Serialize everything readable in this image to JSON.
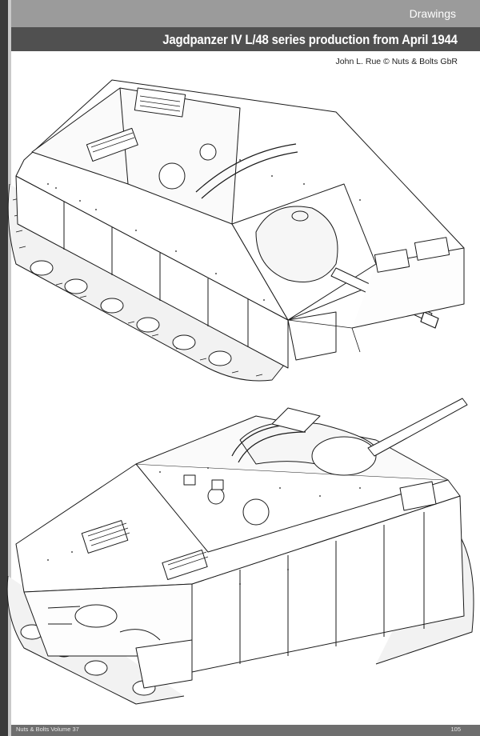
{
  "header": {
    "section_label": "Drawings",
    "title": "Jagdpanzer IV L/48 series production from April 1944",
    "credit": "John L. Rue © Nuts & Bolts GbR"
  },
  "footer": {
    "publication": "Nuts & Bolts Volume 37",
    "page_number": "105"
  },
  "colors": {
    "header_light": "#9b9b9b",
    "header_dark": "#505050",
    "line_art": "#1a1a1a"
  }
}
